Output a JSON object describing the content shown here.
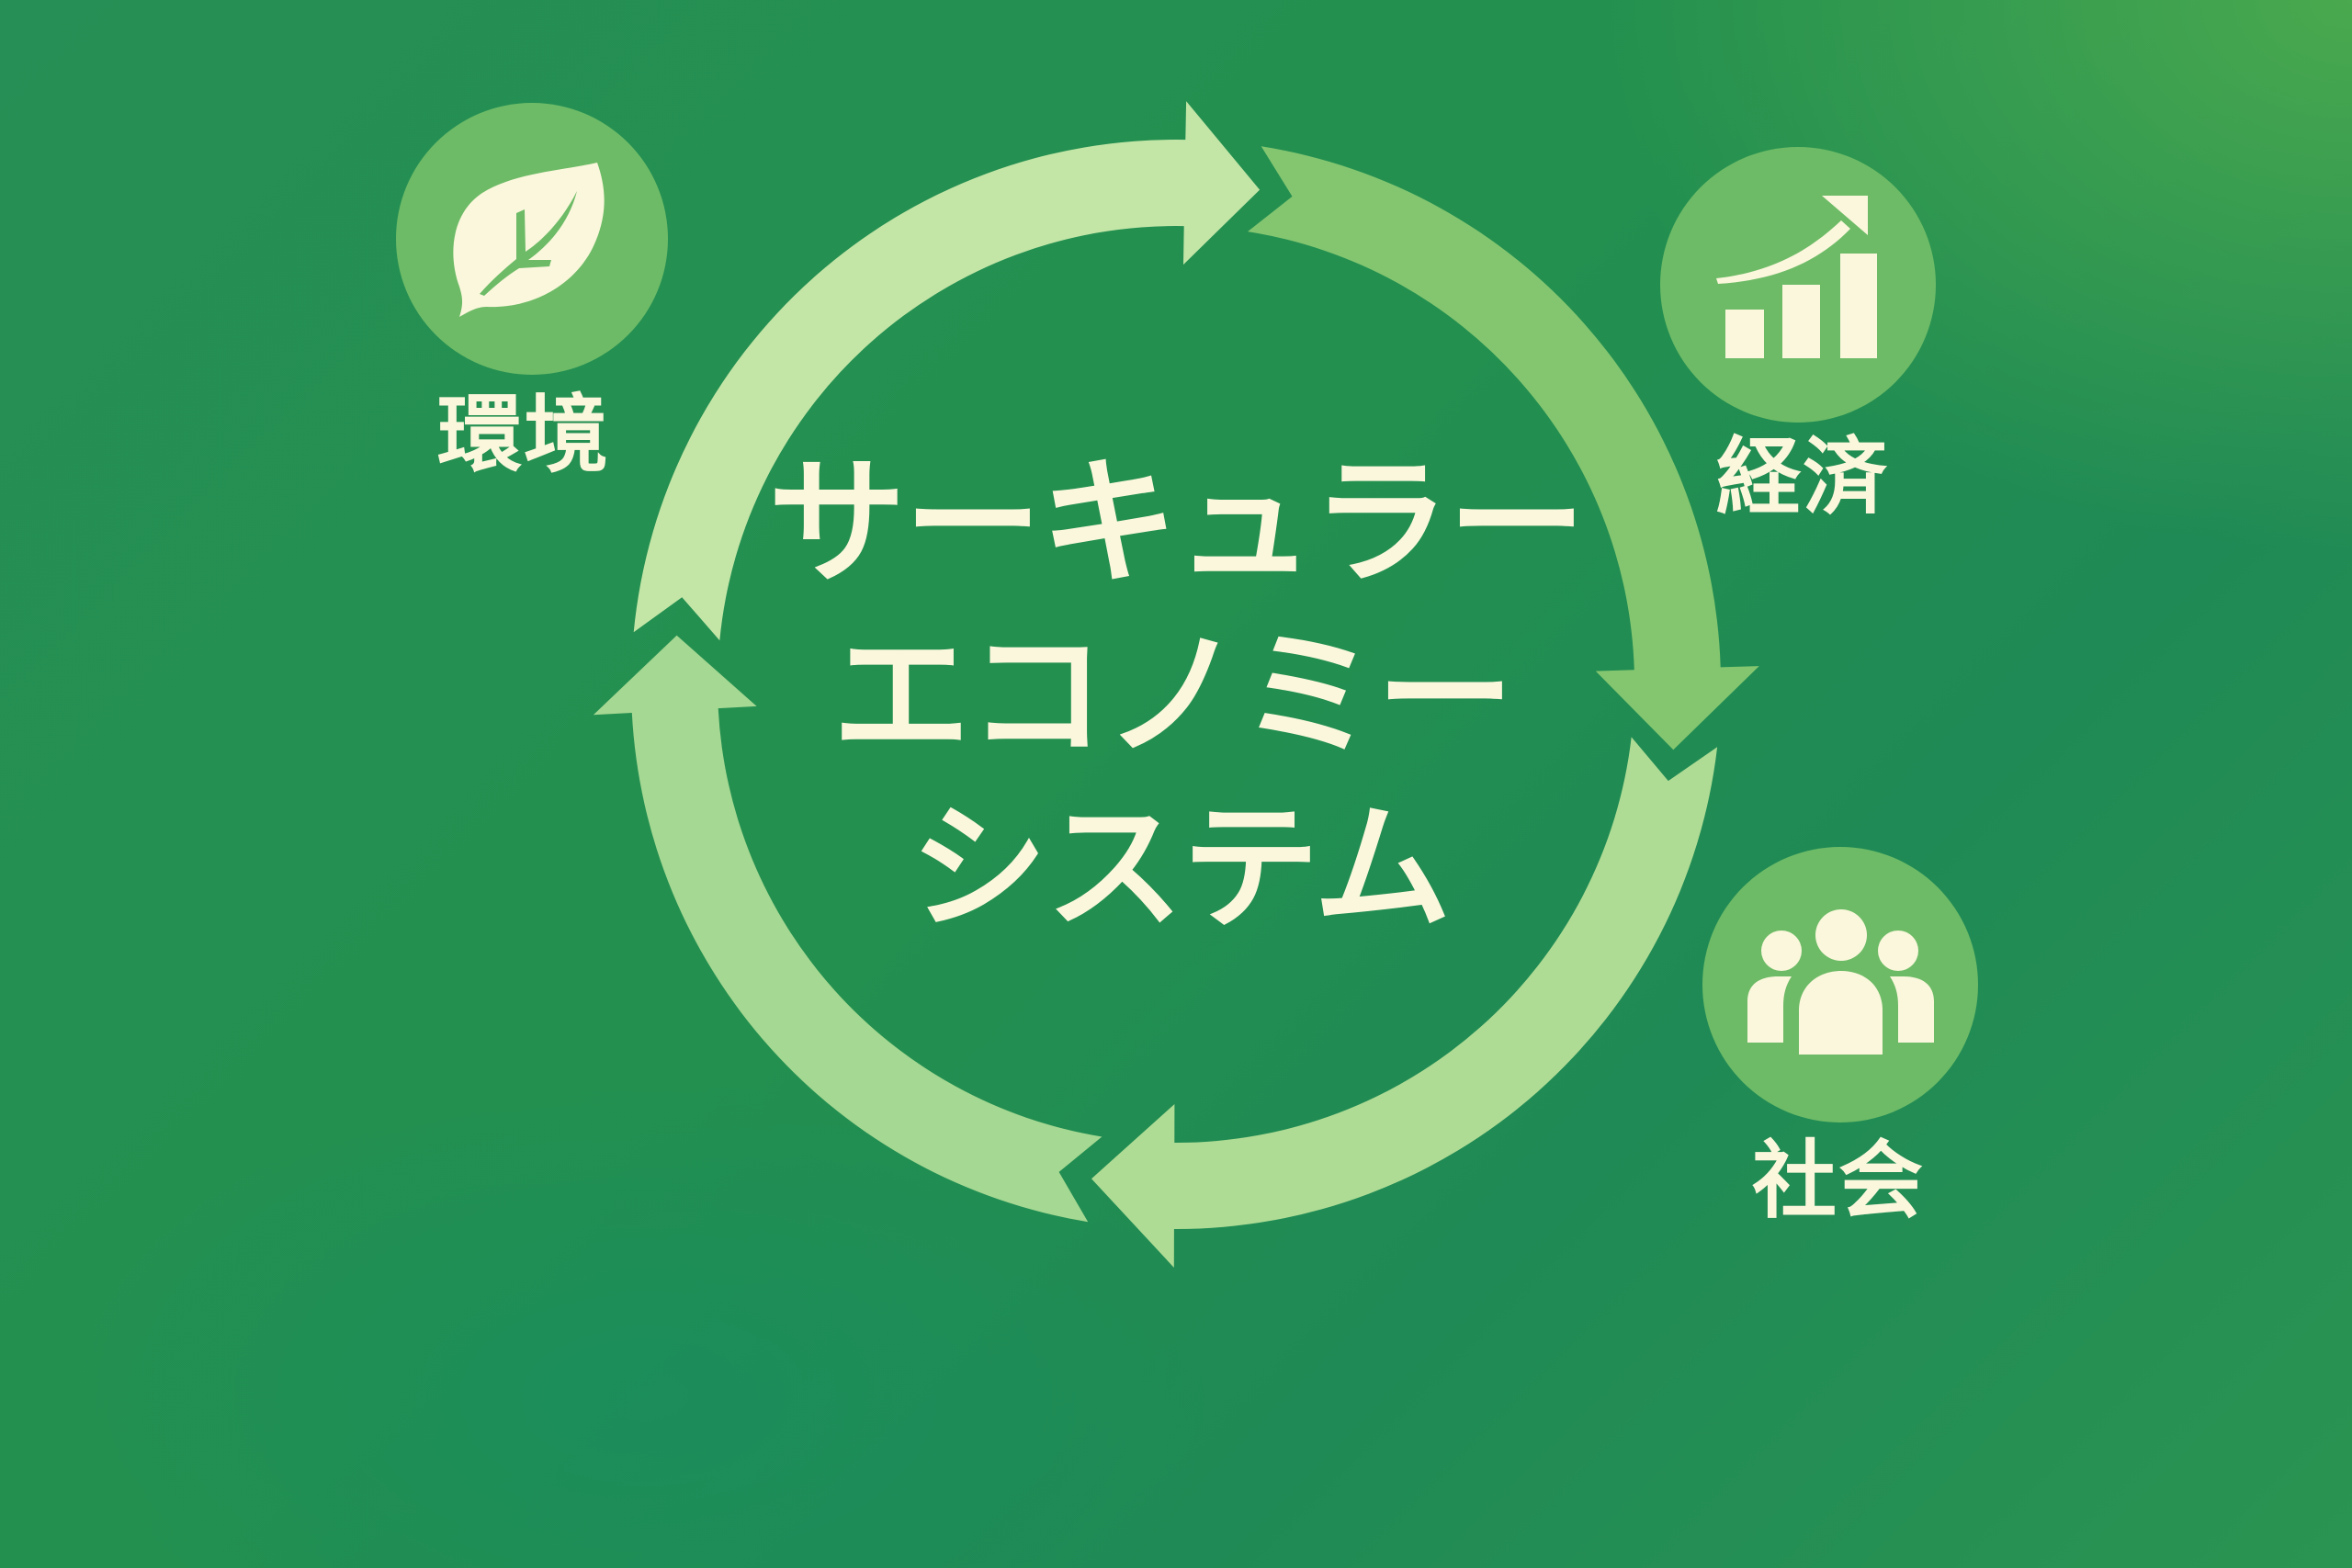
{
  "title": {
    "lines": [
      "サーキュラー",
      "エコノミー",
      "システム"
    ]
  },
  "pillars": [
    {
      "label": "環境",
      "icon": "leaf-icon"
    },
    {
      "label": "経済",
      "icon": "growth-chart-icon"
    },
    {
      "label": "社会",
      "icon": "people-icon"
    }
  ],
  "cycle": {
    "arrows": 4,
    "direction": "clockwise",
    "colors": [
      "#c3e6a7",
      "#84c670",
      "#afdc95",
      "#a5d892"
    ]
  },
  "colors": {
    "text": "#fbf7dc",
    "icon_circle": "#6dbb67",
    "background_top_left": "#268f55",
    "background_top_right": "#4aa84e",
    "background_bottom": "#178a5c"
  }
}
